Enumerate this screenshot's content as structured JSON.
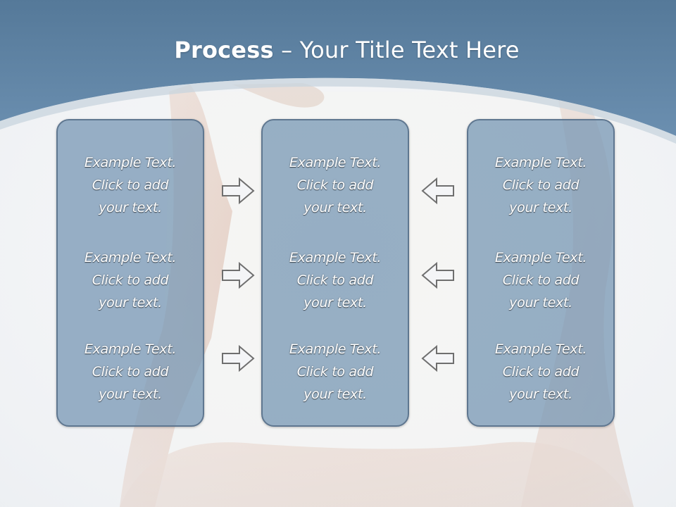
{
  "title": {
    "bold": "Process",
    "rest": " – Your Title Text Here"
  },
  "colors": {
    "header": "#5f83a6",
    "box_fill": "#7596b4",
    "box_border": "#5f7790",
    "arrow_stroke": "#6f6f6f"
  },
  "columns": [
    {
      "items": [
        "Example Text.\nClick  to add\nyour text.",
        "Example Text.\nClick  to add\nyour text.",
        "Example Text.\nClick  to add\nyour text."
      ]
    },
    {
      "items": [
        "Example Text.\nClick  to add\nyour text.",
        "Example Text.\nClick  to add\nyour text.",
        "Example Text.\nClick  to add\nyour text."
      ]
    },
    {
      "items": [
        "Example Text.\nClick  to add\nyour text.",
        "Example Text.\nClick  to add\nyour text.",
        "Example Text.\nClick  to add\nyour text."
      ]
    }
  ],
  "arrows": {
    "left_group": [
      "right-arrow-icon",
      "right-arrow-icon",
      "right-arrow-icon"
    ],
    "right_group": [
      "left-arrow-icon",
      "left-arrow-icon",
      "left-arrow-icon"
    ]
  }
}
